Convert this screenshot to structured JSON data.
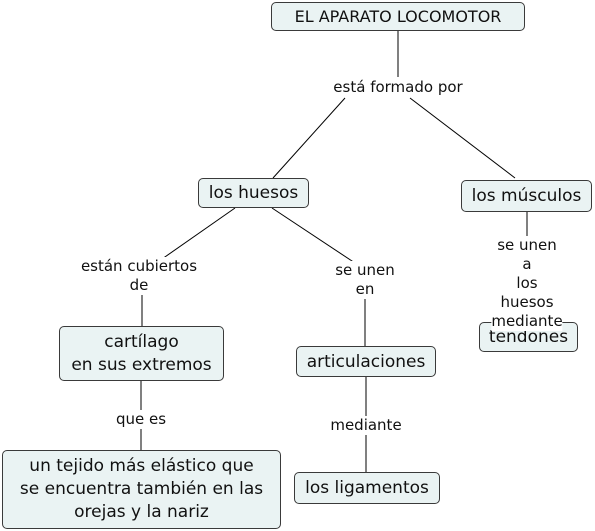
{
  "concepts": {
    "root": "EL APARATO LOCOMOTOR",
    "huesos": "los huesos",
    "musculos": "los músculos",
    "cartilago": "cartílago\nen sus extremos",
    "articulaciones": "articulaciones",
    "tendones": "tendones",
    "tejido": "un tejido más elástico que\nse encuentra también en las\norejas y la nariz",
    "ligamentos": "los ligamentos"
  },
  "links": {
    "formado": "está formado por",
    "cubiertos": "están cubiertos\nde",
    "unen_en": "se unen\nen",
    "unen_a": "se unen a\nlos huesos\nmediante",
    "que_es": "que es",
    "mediante": "mediante"
  },
  "colors": {
    "node_fill": "#eaf3f3",
    "node_border": "#3a3a3a",
    "line": "#000000"
  }
}
